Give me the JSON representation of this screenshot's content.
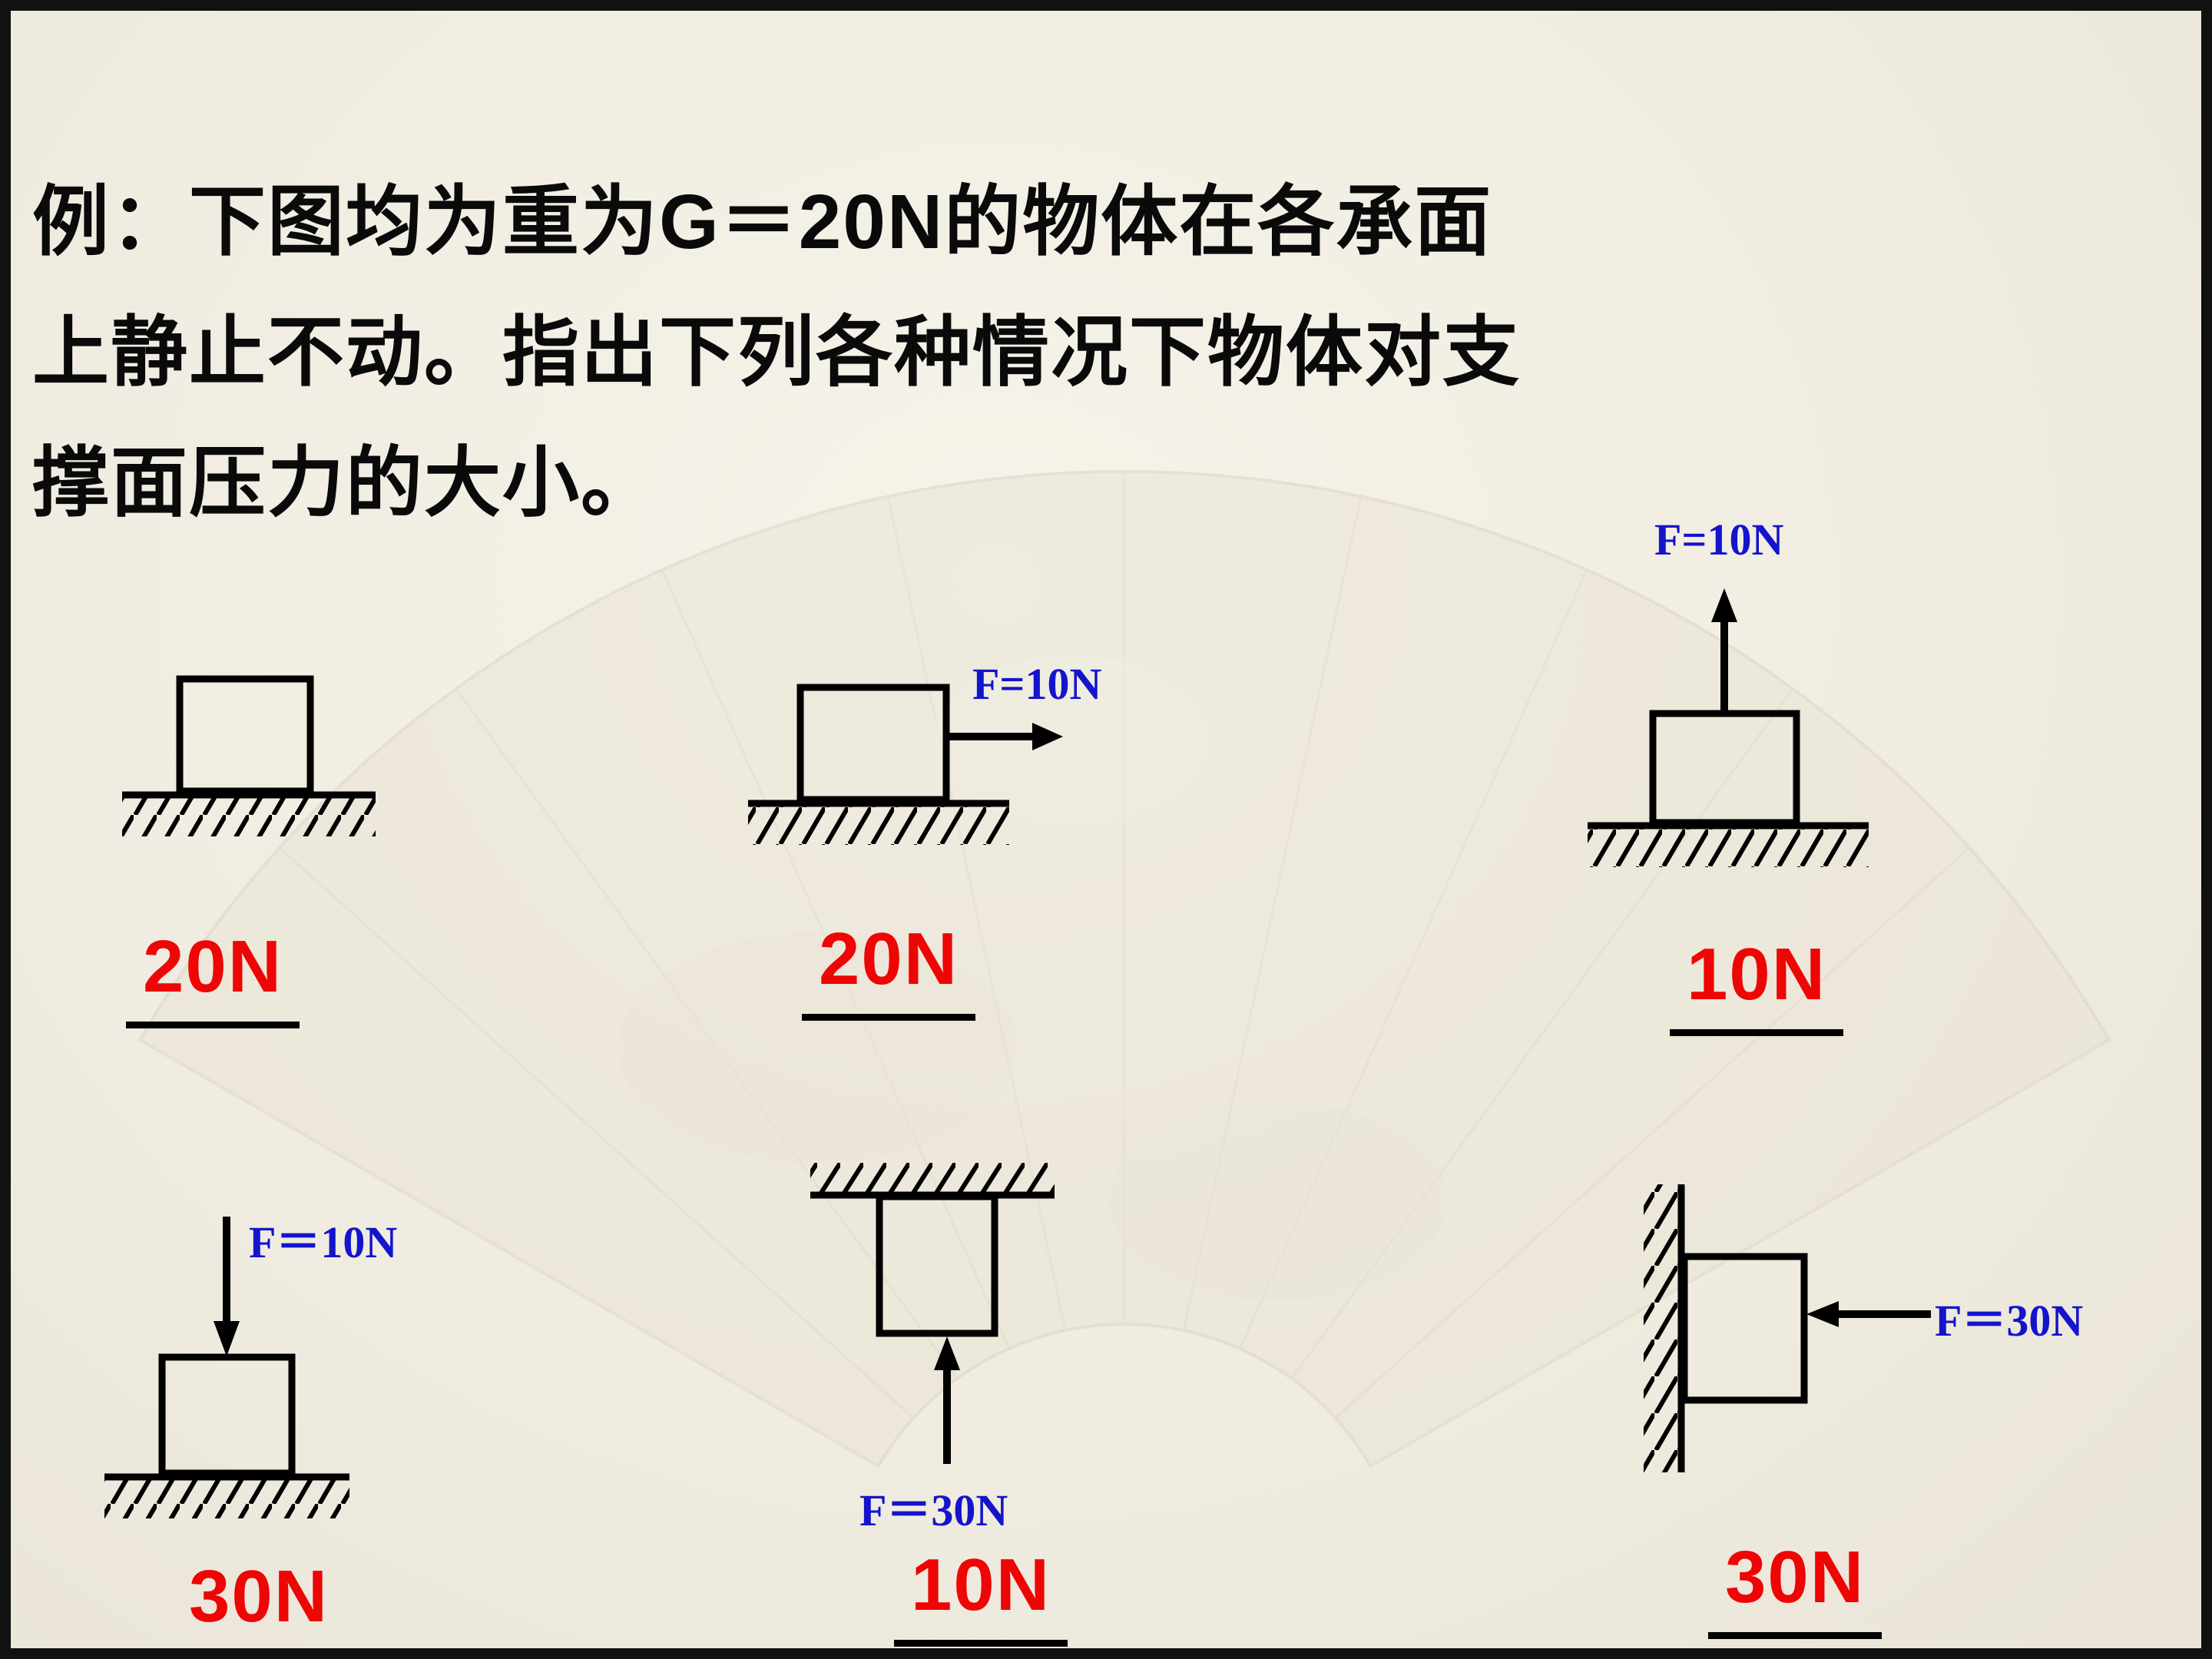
{
  "slide": {
    "title_lines": [
      "例：下图均为重为G＝20N的物体在各承面",
      "上静止不动。指出下列各种情况下物体对支",
      "撑面压力的大小。"
    ]
  },
  "colors": {
    "background": "#f0ece1",
    "border": "#111111",
    "force_label_blue": "#1414cc",
    "answer_red": "#ee0505",
    "line_black": "#000000"
  },
  "diagrams": [
    {
      "id": "box-on-ground",
      "force_label": "",
      "answer": "20N"
    },
    {
      "id": "box-on-ground-rightward-force",
      "force_label": "F=10N",
      "answer": "20N"
    },
    {
      "id": "box-on-ground-upward-force",
      "force_label": "F=10N",
      "answer": "10N"
    },
    {
      "id": "box-on-ground-downward-force",
      "force_label": "F＝10N",
      "answer": "30N"
    },
    {
      "id": "box-under-ceiling-upward-force",
      "force_label": "F＝30N",
      "answer": "10N"
    },
    {
      "id": "box-against-wall-leftward-force",
      "force_label": "F＝30N",
      "answer": "30N"
    }
  ]
}
